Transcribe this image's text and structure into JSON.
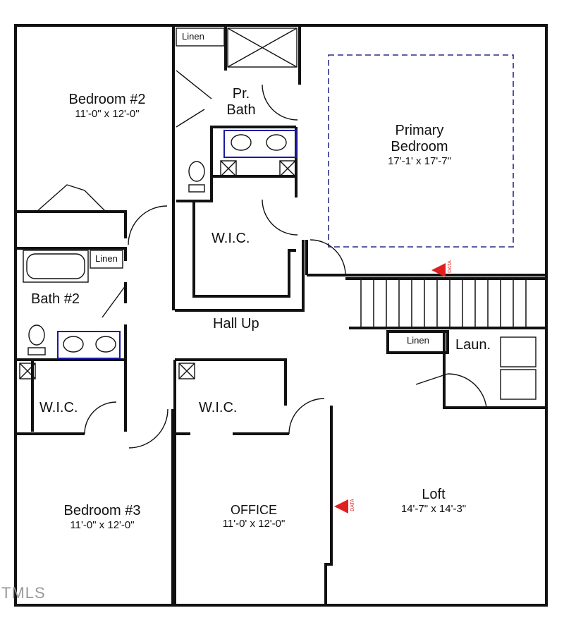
{
  "rooms": {
    "bedroom2": {
      "name": "Bedroom #2",
      "dims": "11'-0\" x 12'-0\""
    },
    "pr_bath": {
      "line1": "Pr.",
      "line2": "Bath"
    },
    "primary": {
      "line1": "Primary",
      "line2": "Bedroom",
      "dims": "17'-1' x 17'-7\""
    },
    "wic_primary": {
      "name": "W.I.C."
    },
    "bath2": {
      "name": "Bath #2"
    },
    "hall": {
      "name": "Hall Up"
    },
    "wic_left": {
      "name": "W.I.C."
    },
    "wic_mid": {
      "name": "W.I.C."
    },
    "laundry": {
      "name": "Laun."
    },
    "bedroom3": {
      "name": "Bedroom #3",
      "dims": "11'-0\" x 12'-0\""
    },
    "office": {
      "name": "OFFICE",
      "dims": "11'-0' x 12'-0\""
    },
    "loft": {
      "name": "Loft",
      "dims": "14'-7\" x 14'-3\""
    }
  },
  "linen": {
    "top": "Linen",
    "bath": "Linen",
    "hall": "Linen"
  },
  "markers": {
    "data1": "DATA",
    "data2": "DATA"
  },
  "watermark": "TMLS",
  "colors": {
    "wall": "#111111",
    "tray": "#2a2a8a",
    "marker": "#e02020",
    "vanity": "#1a1aa0"
  }
}
